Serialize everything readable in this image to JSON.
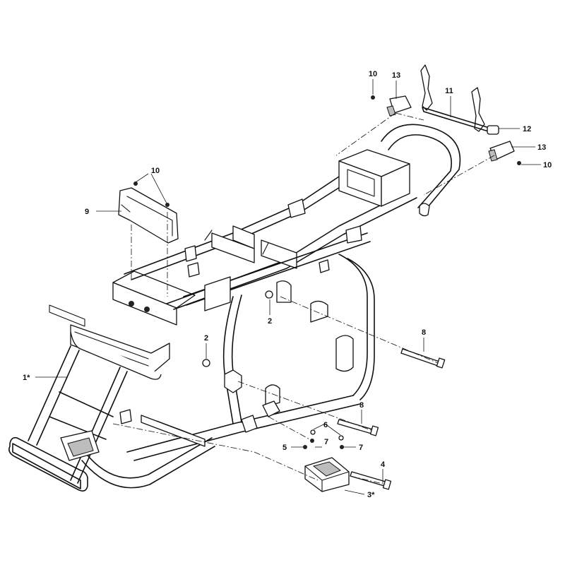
{
  "callouts": [
    {
      "id": "c-10a",
      "label": "10"
    },
    {
      "id": "c-13a",
      "label": "13"
    },
    {
      "id": "c-11",
      "label": "11"
    },
    {
      "id": "c-12",
      "label": "12"
    },
    {
      "id": "c-13b",
      "label": "13"
    },
    {
      "id": "c-10b",
      "label": "10"
    },
    {
      "id": "c-10c",
      "label": "10"
    },
    {
      "id": "c-9",
      "label": "9"
    },
    {
      "id": "c-2a",
      "label": "2"
    },
    {
      "id": "c-2b",
      "label": "2"
    },
    {
      "id": "c-8a",
      "label": "8"
    },
    {
      "id": "c-1",
      "label": "1*"
    },
    {
      "id": "c-8b",
      "label": "8"
    },
    {
      "id": "c-6",
      "label": "6"
    },
    {
      "id": "c-5",
      "label": "5"
    },
    {
      "id": "c-7a",
      "label": "7"
    },
    {
      "id": "c-7b",
      "label": "7"
    },
    {
      "id": "c-4",
      "label": "4"
    },
    {
      "id": "c-3",
      "label": "3*"
    }
  ]
}
